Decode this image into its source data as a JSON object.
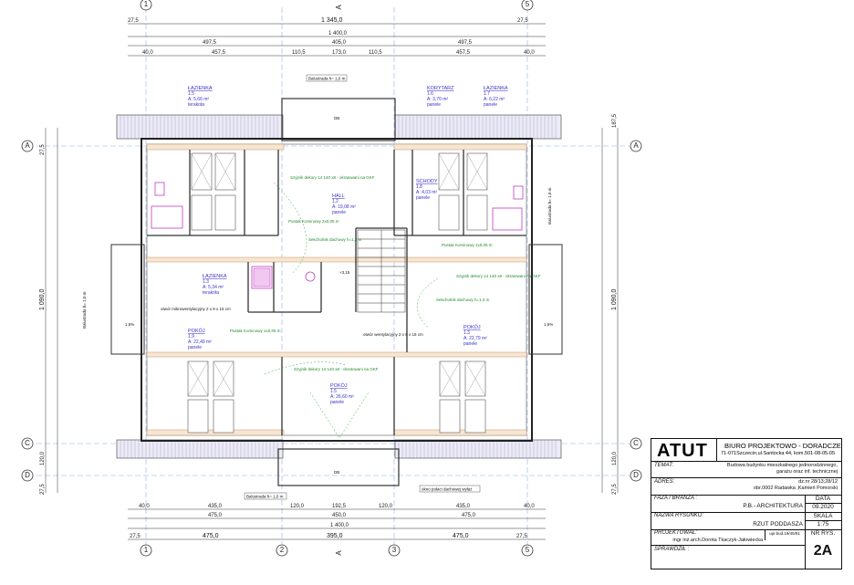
{
  "top_dims": {
    "row1": [
      "27,5",
      "1 345,0",
      "27,5"
    ],
    "row2": "1 400,0",
    "row3": [
      "497,5",
      "405,0",
      "497,5"
    ],
    "row4": [
      "40,0",
      "457,5",
      "110,5",
      "173,0",
      "110,5",
      "457,5",
      "40,0"
    ]
  },
  "bottom_dims": {
    "row1": [
      "40,0",
      "435,0",
      "120,0",
      "192,5",
      "120,0",
      "435,0",
      "40,0"
    ],
    "row2": [
      "475,0",
      "450,0",
      "475,0"
    ],
    "row3": "1 400,0",
    "row4": [
      "27,5",
      "475,0",
      "395,0",
      "475,0",
      "27,5"
    ]
  },
  "left_dims": [
    "27,5",
    "1 090,0",
    "120,0",
    "27,5"
  ],
  "right_dims": [
    "187,5",
    "1 090,0",
    "120,0",
    "27,5"
  ],
  "grid": {
    "columns": [
      "1",
      "2",
      "3",
      "5"
    ],
    "rows": [
      "A",
      "C",
      "D"
    ],
    "arrow": "A"
  },
  "rooms": [
    {
      "title": "ŁAZIENKA",
      "lines": [
        "1.5",
        "A: 5,66 m²",
        "terakota"
      ]
    },
    {
      "title": "KORYTARZ",
      "lines": [
        "1.6",
        "A: 3,70 m²",
        "panele"
      ]
    },
    {
      "title": "ŁAZIENKA",
      "lines": [
        "1.7",
        "A: 6,22 m²",
        "panele"
      ]
    },
    {
      "title": "HALL",
      "lines": [
        "1.2",
        "A: 19,08 m²",
        "panele"
      ]
    },
    {
      "title": "SCHODY",
      "lines": [
        "1.8",
        "A: 4,03 m²",
        "panele"
      ]
    },
    {
      "title": "ŁAZIENKA",
      "lines": [
        "1.3",
        "A: 5,34 m²",
        "terakota"
      ]
    },
    {
      "title": "POKÓJ",
      "lines": [
        "1.9",
        "A: 22,49 m²",
        "panele"
      ]
    },
    {
      "title": "POKÓJ",
      "lines": [
        "1.3",
        "A: 22,79 m²",
        "panele"
      ]
    },
    {
      "title": "POKÓJ",
      "lines": [
        "1.5",
        "A: 26,60 m²",
        "panele"
      ]
    }
  ],
  "notes": {
    "balustrade_top": "Balustrada h= 1,0 m",
    "balustrade_bottom": "Balustrada h= 1,0 m",
    "balustrade_left": "Balustrada h= 1,0 m",
    "balustrade_right": "Balustrada h= 1,0 m",
    "chimney": "otwór mikrowentylacyjny 2 x 8 x 16 cm",
    "exhaust": "otwór wentylacyjny 2 x 8 x 16 cm",
    "roof_exit": "okno połaci dachowej wyłaz",
    "green_1": "Szyjnik dekory 14 140 x8 - okratowani na GKF",
    "green_2": "Pustak Kominowy 2x0,05 m",
    "green_3": "Sekcholnik dachowy h=1,3 m",
    "green_4": "Pustak Kominowy 1x0,05 m",
    "green_5": "Szyjnik dekory 14 140 x8 - okratowani na GKF",
    "green_6": "Sekcholnik dachowy h=1,3 m",
    "green_7": "Pustak Kominowy 1x0,05 m",
    "green_8": "Szyjnik dekory 14 140 x8 - okratowani na GKF",
    "level": "+3,15",
    "db_top": "DB",
    "db_bottom": "DB",
    "slope_left": "1,5%",
    "slope_right": "1,5%"
  },
  "title_block": {
    "logo": "ATUT",
    "company_line1": "BIURO  PROJEKTOWO - DORADCZE",
    "company_line2": "71-071Szczecin,ul.Santocka 44, kom.501-08-05-05",
    "temat_label": "TEMAT:",
    "temat_value_1": "Budowa budynku mieszkalnego jednorodzinnego,",
    "temat_value_2": "garażu oraz inf. technicznej",
    "adres_label": "ADRES:",
    "adres_value_1": "dz.nr 28/13;28/12",
    "adres_value_2": "obr.0002 Radawka ,Kamień Pomorski",
    "faza_label": "FAZA / BRANŻA :",
    "faza_value": "P.B.- ARCHITEKTURA",
    "data_label": "DATA",
    "data_value": "09.2020",
    "nazwa_label": "NAZWA RYSUNKU:",
    "nazwa_value": "RZUT PODDASZA",
    "skala_label": "SKALA",
    "skala_value": "1:75",
    "projektowal_label": "PROJEKTOWAŁ:",
    "projektowal_value": "mgr inż.arch.Dorota Tkaczyk-Jałowiecka",
    "uprawnienia": "upr.bud.19/45/91",
    "nr_label": "NR RYS.",
    "nr_value": "2A",
    "sprawdzil_label": "SPRAWDZIŁ :"
  }
}
